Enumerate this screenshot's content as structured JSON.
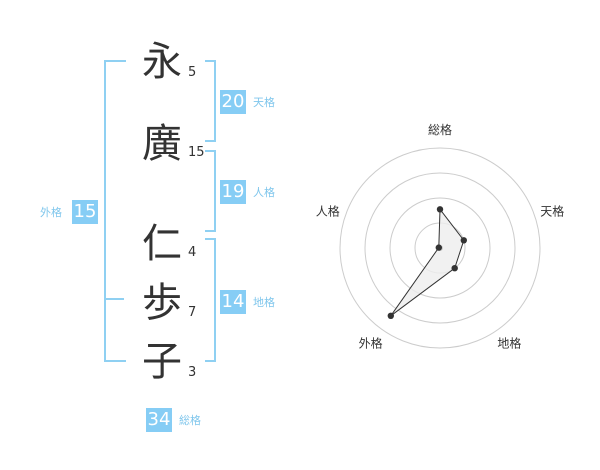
{
  "name_chars": [
    {
      "char": "永",
      "strokes": "5"
    },
    {
      "char": "廣",
      "strokes": "15"
    },
    {
      "char": "仁",
      "strokes": "4"
    },
    {
      "char": "歩",
      "strokes": "7"
    },
    {
      "char": "子",
      "strokes": "3"
    }
  ],
  "fortunes": {
    "tenkaku": {
      "value": "20",
      "label": "天格"
    },
    "jinkaku": {
      "value": "19",
      "label": "人格"
    },
    "chikaku": {
      "value": "14",
      "label": "地格"
    },
    "gaikaku": {
      "value": "15",
      "label": "外格"
    },
    "soukaku": {
      "value": "34",
      "label": "総格"
    }
  },
  "chart_data": {
    "type": "radar",
    "axes": [
      "総格",
      "天格",
      "地格",
      "外格",
      "人格"
    ],
    "rings": 4,
    "values": [
      1.55,
      1.0,
      1.0,
      3.35,
      0.05
    ],
    "max": 4,
    "colors": {
      "polygon_fill": "#eeeeee",
      "polygon_stroke": "#333333",
      "ring": "#cccccc",
      "point": "#333333",
      "center": "#cccccc"
    }
  }
}
